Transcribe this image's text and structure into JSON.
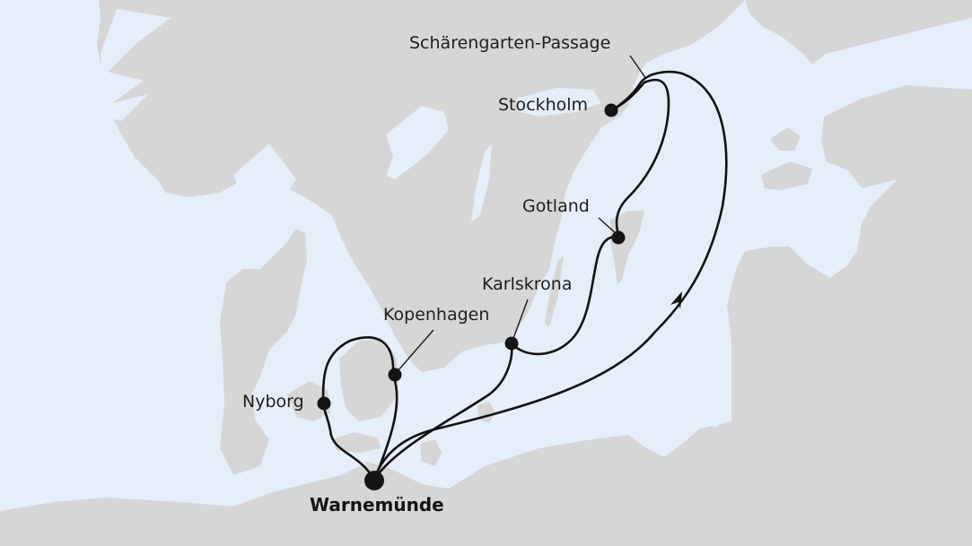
{
  "map": {
    "colors": {
      "water": "#e6eef9",
      "land": "#d6d6d6",
      "route": "#111111"
    },
    "ports": [
      {
        "name": "Schärengarten-Passage",
        "type": "passage"
      },
      {
        "name": "Stockholm",
        "type": "port"
      },
      {
        "name": "Gotland",
        "type": "port"
      },
      {
        "name": "Karlskrona",
        "type": "port"
      },
      {
        "name": "Kopenhagen",
        "type": "port"
      },
      {
        "name": "Nyborg",
        "type": "port"
      },
      {
        "name": "Warnemünde",
        "type": "home-port"
      }
    ],
    "direction_arrow": "arrow-up-right-icon"
  }
}
